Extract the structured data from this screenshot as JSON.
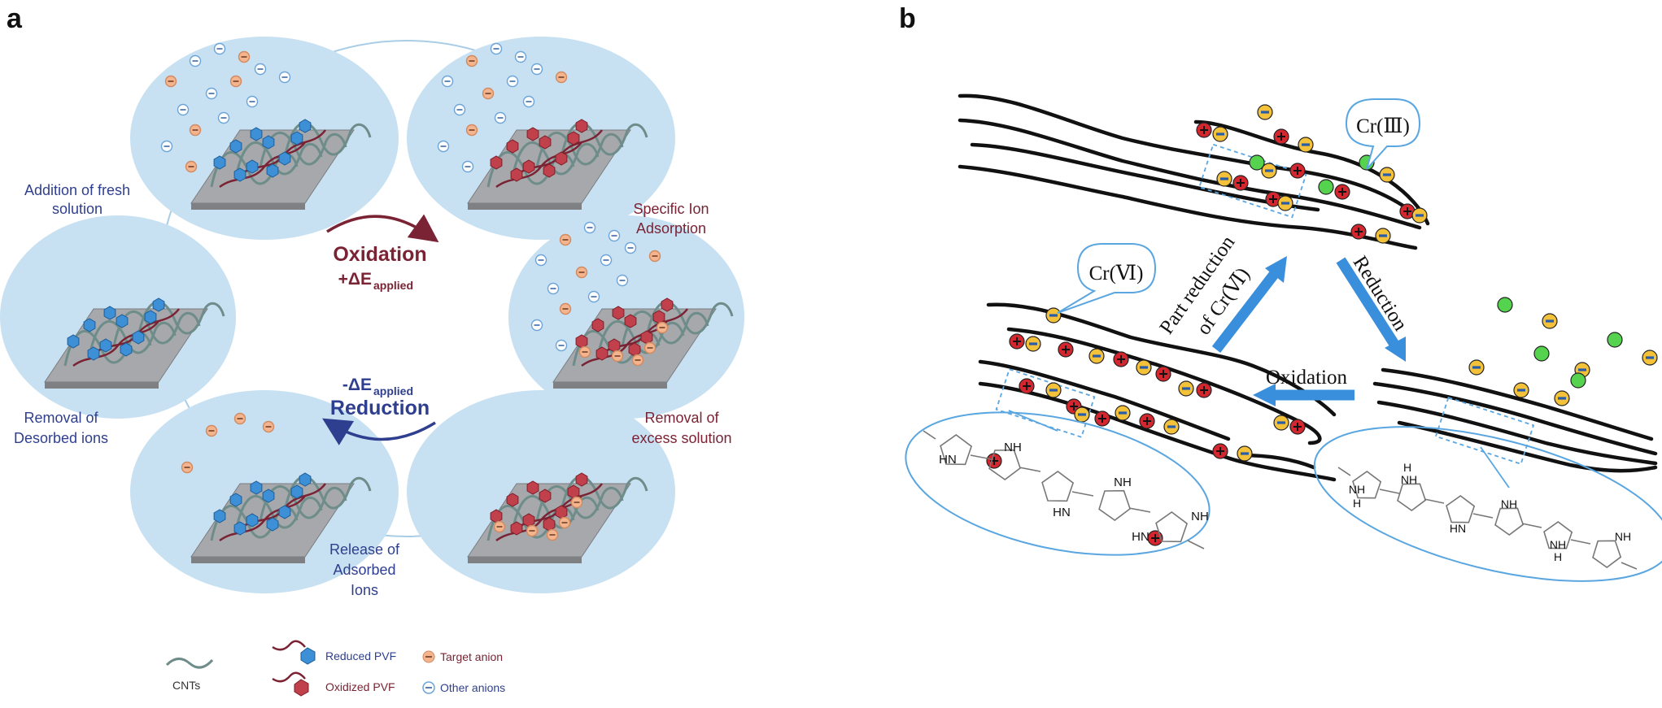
{
  "panel_a": {
    "letter": "a",
    "stage_labels": {
      "fresh": [
        "Addition of fresh",
        "solution"
      ],
      "adsorption": [
        "Specific Ion",
        "Adsorption"
      ],
      "excess": [
        "Removal of",
        "excess solution"
      ],
      "release": [
        "Release of",
        "Adsorbed",
        "Ions"
      ],
      "desorbed": [
        "Removal of",
        "Desorbed ions"
      ]
    },
    "oxidation": {
      "label": "Oxidation",
      "potential_prefix": "+ΔE",
      "potential_sub": "applied"
    },
    "reduction": {
      "label": "Reduction",
      "potential_prefix": "-ΔE",
      "potential_sub": "applied"
    },
    "legend": {
      "cnts": "CNTs",
      "reduced_pvf": "Reduced PVF",
      "oxidized_pvf": "Oxidized PVF",
      "target_anion": "Target anion",
      "other_anions": "Other anions"
    },
    "colors": {
      "ellipse": "#c7e1f2",
      "reduced": "#3d8fd6",
      "oxidized": "#c0404c",
      "target_anion": "#f3b48e",
      "other_anion": "#6da4d8",
      "blue_text": "#2f3f8f",
      "red_text": "#7a2334"
    }
  },
  "panel_b": {
    "letter": "b",
    "cr6_label": "Cr(Ⅵ)",
    "cr3_label": "Cr(Ⅲ)",
    "part_reduction": [
      "Part reduction",
      "of Cr(Ⅵ)"
    ],
    "reduction": "Reduction",
    "oxidation": "Oxidation",
    "nh": "NH",
    "hn": "HN",
    "h": "H",
    "colors": {
      "arrow": "#3a8fdc",
      "plus_ion": "#d3262e",
      "minus_ion": "#f3c13a",
      "cr3_ion": "#55d34f",
      "outline": "#3a8fdc"
    }
  }
}
